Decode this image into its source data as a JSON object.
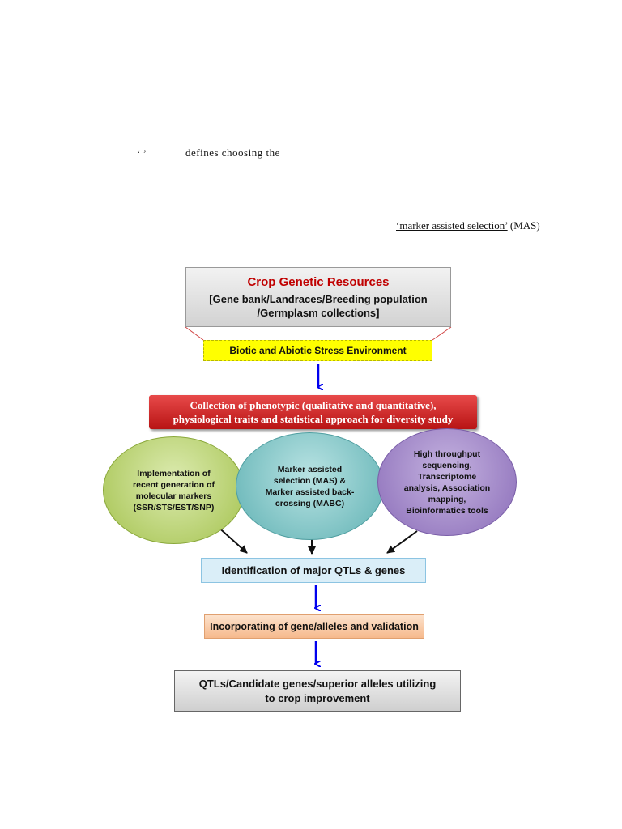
{
  "text": {
    "quote_marks": "‘          ’",
    "defines_text": "defines  choosing  the",
    "mas_term": "‘marker assisted selection’",
    "mas_abbrev": " (MAS)"
  },
  "diagram": {
    "crop_resources": {
      "title": "Crop Genetic Resources",
      "line1": "[Gene bank/Landraces/Breeding  population",
      "line2": "/Germplasm  collections]"
    },
    "stress_env": "Biotic and Abiotic Stress Environment",
    "phenotypic": {
      "line1": "Collection of  phenotypic (qualitative and quantitative),",
      "line2": "physiological traits and statistical approach for diversity study"
    },
    "ellipse_markers": [
      "Implementation of",
      "recent generation of",
      "molecular markers",
      "(SSR/STS/EST/SNP)"
    ],
    "ellipse_mas": [
      "Marker assisted",
      "selection (MAS) &",
      "Marker assisted back-",
      "crossing (MABC)"
    ],
    "ellipse_hts": [
      "High throughput",
      "sequencing,",
      "Transcriptome",
      "analysis, Association",
      "mapping,",
      "Bioinformatics tools"
    ],
    "qtl_identification": "Identification of major  QTLs & genes",
    "incorporating": "Incorporating of gene/alleles and validation",
    "final": {
      "line1": "QTLs/Candidate  genes/superior  alleles  utilizing",
      "line2": "to crop  improvement"
    }
  },
  "colors": {
    "title_red": "#c00000",
    "stress_yellow": "#ffff00",
    "phenotypic_red": "#c82020",
    "arrow_blue": "#0000ee"
  }
}
